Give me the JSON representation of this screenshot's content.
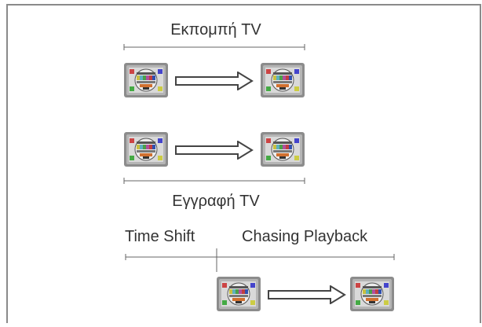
{
  "labels": {
    "broadcast": "Εκπομπή TV",
    "recording": "Εγγραφή TV",
    "time_shift": "Time Shift",
    "chasing_playback": "Chasing Playback"
  },
  "colors": {
    "frame_border": "#8a8a8a",
    "line": "#666666",
    "text": "#333333",
    "tv_bezel": "#8f8f8f",
    "tv_screen": "#dcdcdc"
  },
  "icons": {
    "tv": "test-pattern-tv-icon",
    "arrow": "right-arrow-icon"
  }
}
